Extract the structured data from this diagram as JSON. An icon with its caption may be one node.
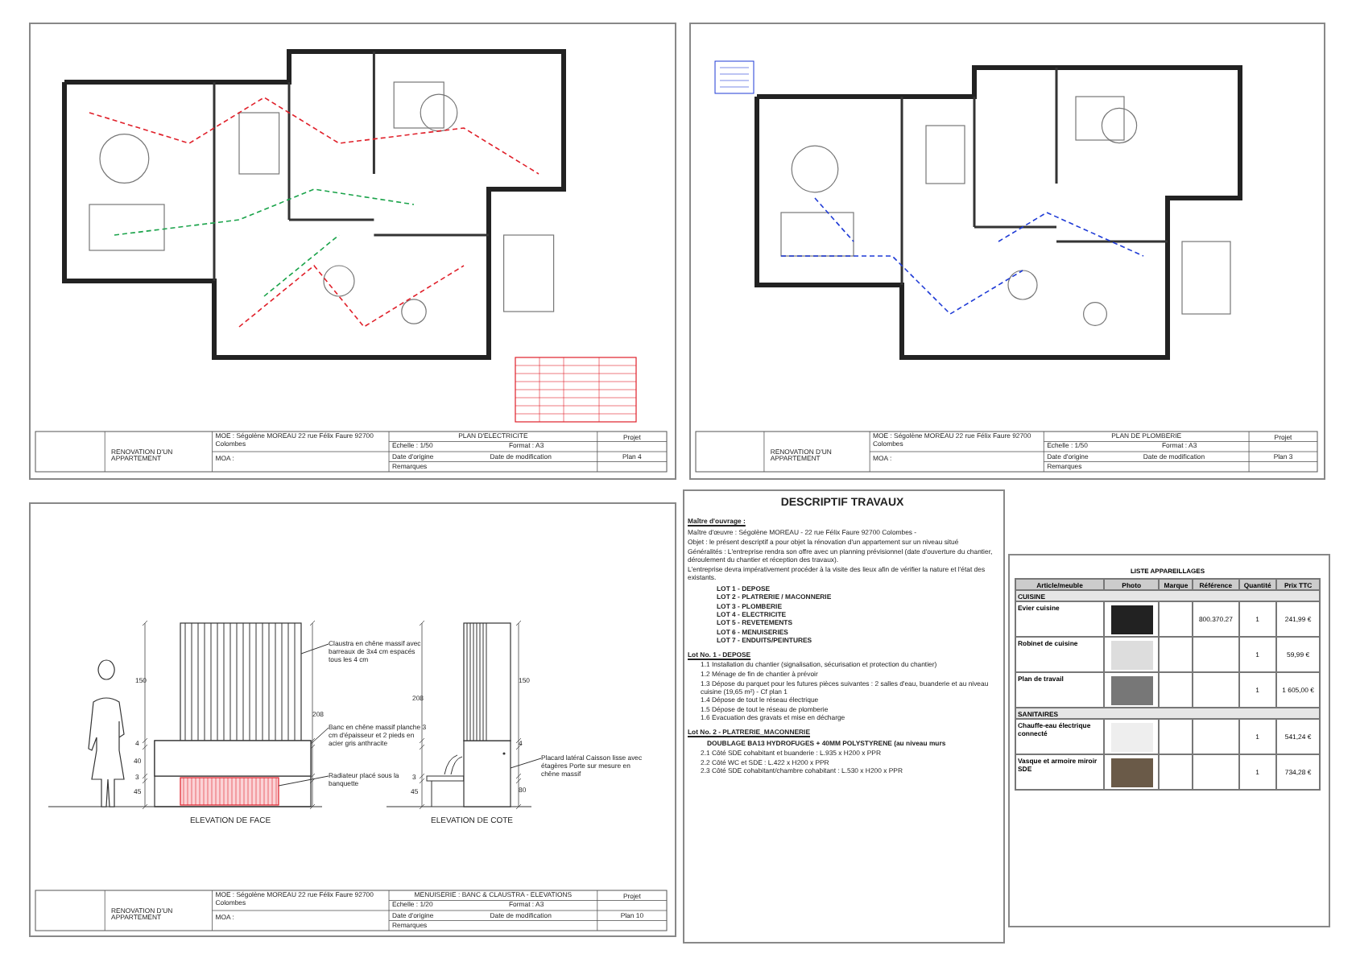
{
  "diagram": {
    "nodes": [
      {
        "text": [],
        "shape": "box"
      },
      {
        "text": [
          "Claustra en chêne massif avec barreaux de 3x4 cm espacés tous les 4 cm"
        ]
      },
      {
        "text": [],
        "shape": "box"
      },
      {
        "text": [
          "Banc en chêne massif planche 3 cm d'épaisseur et 2 pieds en acier gris anthracite"
        ]
      },
      {
        "text": [],
        "shape": "box"
      },
      {
        "text": [
          "Radiateur placé sous la banquette"
        ]
      },
      {
        "text": [],
        "shape": "box"
      },
      {
        "text": [
          "Placard latéral Caisson lisse avec étagères Porte sur mesure en chêne massif"
        ]
      }
    ],
    "edges": [
      {
        "from": 1,
        "to": 0,
        "arrow": "none"
      },
      {
        "from": 3,
        "to": 2,
        "arrow": "none"
      },
      {
        "from": 5,
        "to": 4,
        "arrow": "none"
      },
      {
        "from": 7,
        "to": 6,
        "arrow": "none"
      }
    ],
    "labels": [
      "RENOVATION D'UN APPARTEMENT",
      "MOE : Ségolène MOREAU 22 rue Félix Faure 92700 Colombes",
      "MOA :",
      "PLAN D'ELECTRICITE",
      "Echelle : 1/50",
      "Format : A3",
      "Date d'origine",
      "Date de modification",
      "Remarques",
      "Projet",
      "Plan 4",
      "RENOVATION D'UN APPARTEMENT",
      "MOE : Ségolène MOREAU 22 rue Félix Faure 92700 Colombes",
      "MOA :",
      "PLAN DE PLOMBERIE",
      "Echelle : 1/50",
      "Format : A3",
      "Date d'origine",
      "Date de modification",
      "Remarques",
      "Projet",
      "Plan 3",
      "RENOVATION D'UN APPARTEMENT",
      "MOE : Ségolène MOREAU 22 rue Félix Faure 92700 Colombes",
      "MOA :",
      "MENUISERIE : BANC & CLAUSTRA - ELEVATIONS",
      "Echelle : 1/20",
      "Format : A3",
      "Date d'origine",
      "Date de modification",
      "Remarques",
      "Projet",
      "Plan 10",
      "ELEVATION DE FACE",
      "ELEVATION DE COTE",
      "150",
      "208",
      "4",
      "40",
      "3",
      "45",
      "208",
      "3",
      "45",
      "150",
      "4",
      "80",
      "DESCRIPTIF TRAVAUX",
      "Maître d'ouvrage :",
      "Maître d'œuvre : Ségolène MOREAU - 22 rue Félix Faure 92700 Colombes -",
      "Objet : le présent descriptif a pour objet la rénovation d'un appartement sur un niveau situé",
      "Généralités : L'entreprise rendra son offre avec un planning prévisionnel (date d'ouverture du chantier, déroulement du chantier et réception des travaux).",
      "L'entreprise devra impérativement procéder à la visite des lieux afin de vérifier la nature et l'état des existants.",
      "LOT 1 - DEPOSE",
      "LOT 2 - PLATRERIE / MACONNERIE",
      "LOT 3 - PLOMBERIE",
      "LOT 4 - ELECTRICITE",
      "LOT 5 - REVETEMENTS",
      "LOT 6 - MENUISERIES",
      "LOT 7 - ENDUITS/PEINTURES",
      "Lot No. 1 - DEPOSE",
      "1.1 Installation du chantier (signalisation, sécurisation et protection du chantier)",
      "1.2 Ménage de fin de chantier à prévoir",
      "1.3 Dépose du parquet pour les futures pièces suivantes : 2 salles d'eau, buanderie et au niveau cuisine (19,65 m²) - Cf plan 1",
      "1.4 Dépose de tout le réseau électrique",
      "1.5 Dépose de tout le réseau de plomberie",
      "1.6 Evacuation des gravats et mise en décharge",
      "Lot No. 2 - PLATRERIE_MACONNERIE",
      "DOUBLAGE BA13 HYDROFUGES + 40MM POLYSTYRENE (au niveau murs",
      "2.1 Côté SDE cohabitant et buanderie : L.935 x H200 x PPR",
      "2.2 Côté WC et SDE : L.422 x H200 x PPR",
      "2.3 Côté SDE cohabitant/chambre cohabitant : L.530 x H200 x PPR",
      "LISTE APPAREILLAGES",
      "Article/meuble",
      "Photo",
      "Marque",
      "Référence",
      "Quantité",
      "Prix TTC",
      "CUISINE",
      "Evier cuisine",
      "800.370.27",
      "1",
      "241,99 €",
      "Robinet de cuisine",
      "1",
      "59,99 €",
      "Plan de travail",
      "1",
      "1 605,00 €",
      "SANITAIRES",
      "Chauffe-eau électrique connecté",
      "1",
      "541,24 €",
      "Vasque et armoire miroir SDE",
      "1",
      "734,28 €"
    ]
  }
}
